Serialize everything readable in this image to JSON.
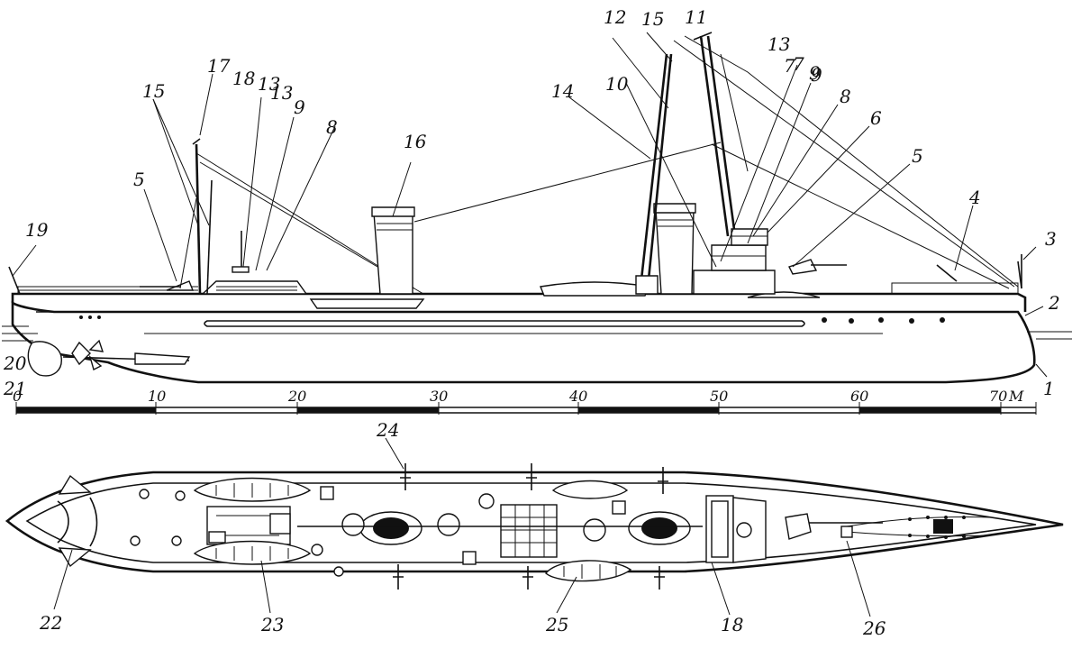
{
  "callouts_profile": [
    "1",
    "2",
    "3",
    "4",
    "5",
    "6",
    "7",
    "8",
    "9",
    "10",
    "11",
    "12",
    "13",
    "13",
    "14",
    "15",
    "15",
    "16",
    "17",
    "18",
    "19",
    "20",
    "5",
    "13",
    "9",
    "8",
    "7",
    "9",
    "21"
  ],
  "callouts_plan": [
    "22",
    "23",
    "24",
    "25",
    "18",
    "26"
  ],
  "scale": {
    "ticks": [
      "0",
      "10",
      "20",
      "30",
      "40",
      "50",
      "60",
      "70"
    ],
    "unit": "M"
  }
}
